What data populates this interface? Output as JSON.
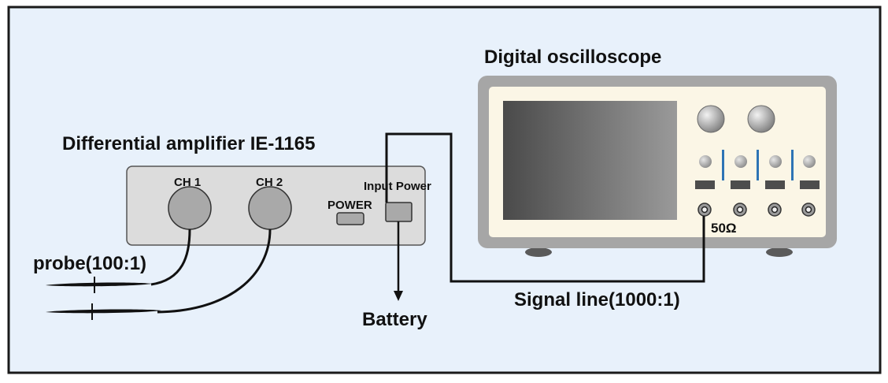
{
  "diagram": {
    "oscilloscope_title": "Digital oscilloscope",
    "amplifier_title": "Differential amplifier IE-1165",
    "ch1_label": "CH 1",
    "ch2_label": "CH 2",
    "power_label": "POWER",
    "input_power_label": "Input Power",
    "impedance_label": "50Ω",
    "probe_label": "probe(100:1)",
    "battery_label": "Battery",
    "signal_line_label": "Signal line(1000:1)"
  },
  "colors": {
    "background": "#e8f1fb",
    "frame": "#1a1a1a",
    "device_gray": "#a6a6a6",
    "scope_face": "#fbf6e6",
    "accent_blue": "#2e74b5",
    "cable": "#111111"
  }
}
